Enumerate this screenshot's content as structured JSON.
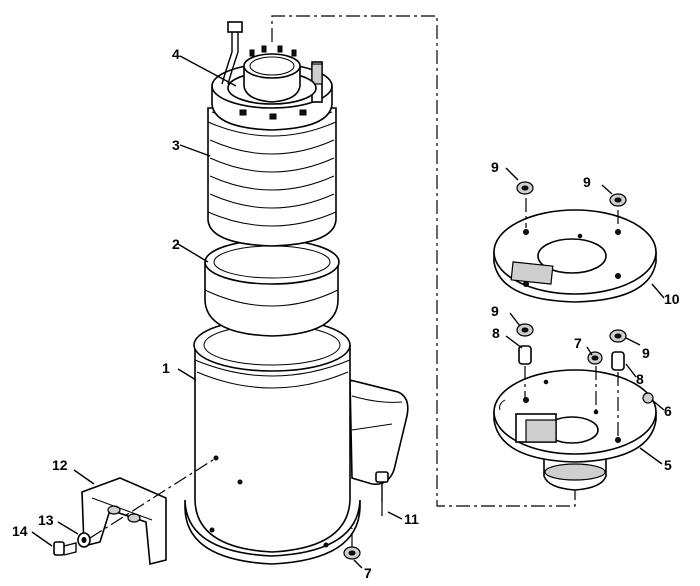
{
  "diagram": {
    "callouts": [
      {
        "id": "c1",
        "label": "1"
      },
      {
        "id": "c2",
        "label": "2"
      },
      {
        "id": "c3",
        "label": "3"
      },
      {
        "id": "c4",
        "label": "4"
      },
      {
        "id": "c5",
        "label": "5"
      },
      {
        "id": "c6",
        "label": "6"
      },
      {
        "id": "c7a",
        "label": "7"
      },
      {
        "id": "c7b",
        "label": "7"
      },
      {
        "id": "c8a",
        "label": "8"
      },
      {
        "id": "c8b",
        "label": "8"
      },
      {
        "id": "c9a",
        "label": "9"
      },
      {
        "id": "c9b",
        "label": "9"
      },
      {
        "id": "c9c",
        "label": "9"
      },
      {
        "id": "c9d",
        "label": "9"
      },
      {
        "id": "c10",
        "label": "10"
      },
      {
        "id": "c11",
        "label": "11"
      },
      {
        "id": "c12",
        "label": "12"
      },
      {
        "id": "c13",
        "label": "13"
      },
      {
        "id": "c14",
        "label": "14"
      }
    ]
  }
}
